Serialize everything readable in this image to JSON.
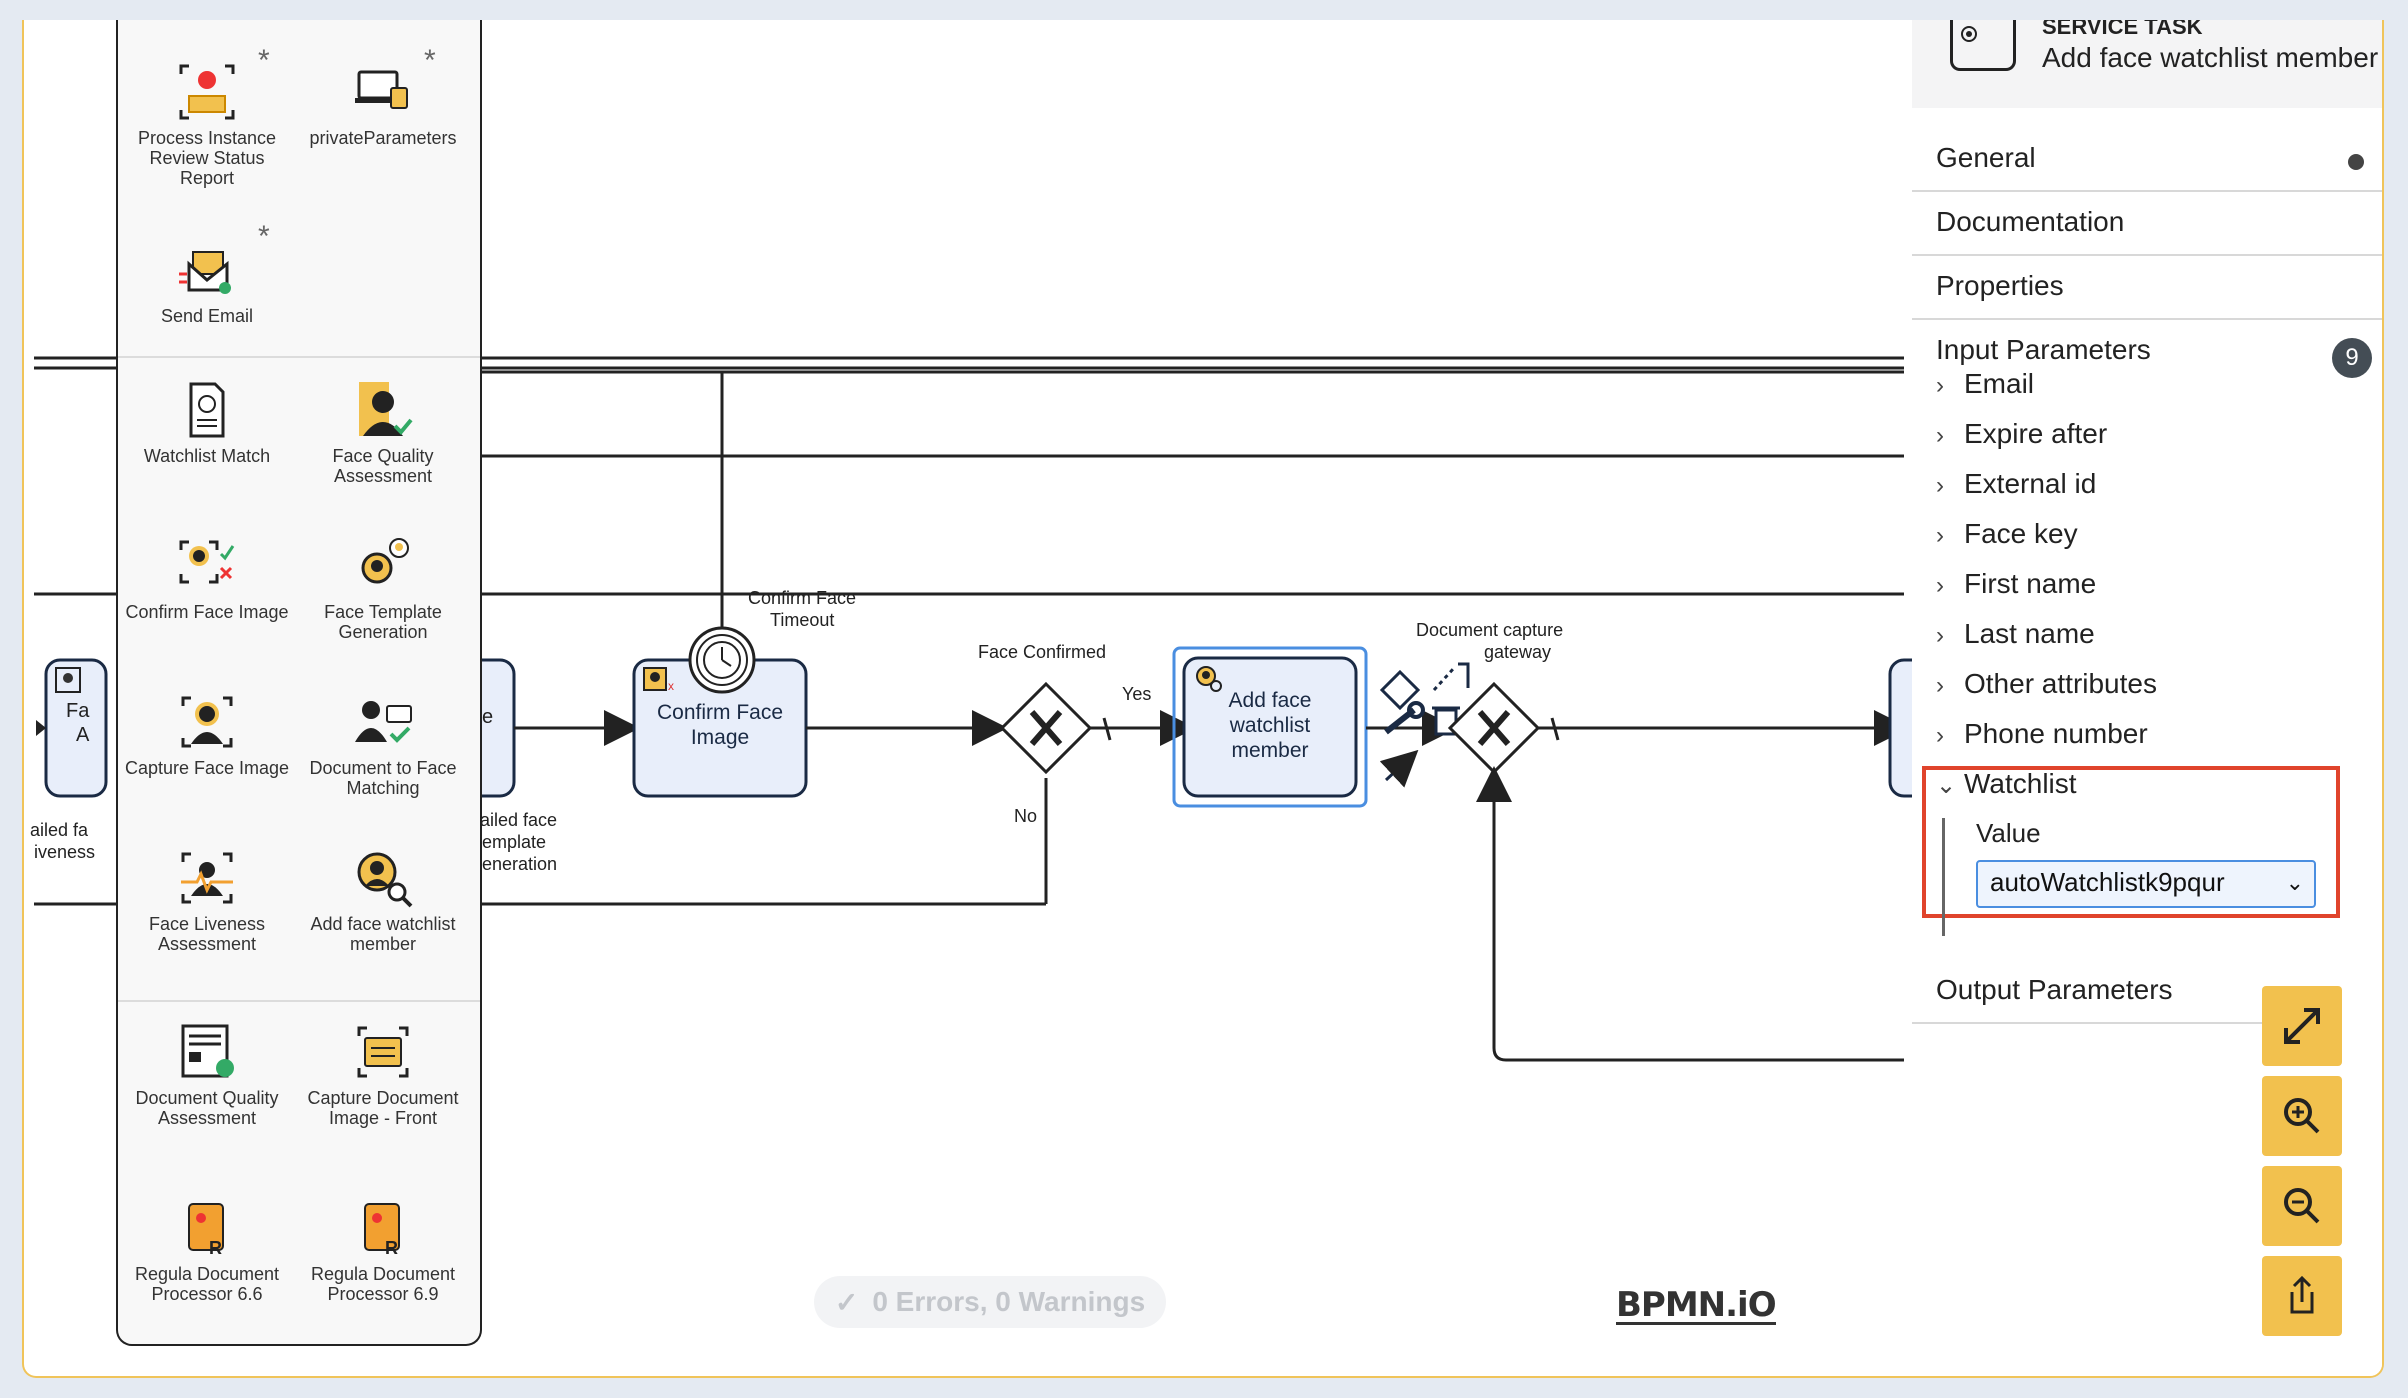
{
  "palette": {
    "items": [
      {
        "name": "process-instance-review-icon",
        "label": "Process Instance Review Status Report",
        "starred": true
      },
      {
        "name": "private-parameters-icon",
        "label": "privateParameters",
        "starred": true
      },
      {
        "name": "send-email-icon",
        "label": "Send Email",
        "starred": true
      },
      {
        "name": "watchlist-match-icon",
        "label": "Watchlist Match"
      },
      {
        "name": "face-quality-icon",
        "label": "Face Quality Assessment"
      },
      {
        "name": "confirm-face-icon",
        "label": "Confirm Face Image"
      },
      {
        "name": "face-template-icon",
        "label": "Face Template Generation"
      },
      {
        "name": "capture-face-icon",
        "label": "Capture Face Image"
      },
      {
        "name": "document-face-matching-icon",
        "label": "Document to Face Matching"
      },
      {
        "name": "face-liveness-icon",
        "label": "Face Liveness Assessment"
      },
      {
        "name": "add-face-watchlist-icon",
        "label": "Add face watchlist member"
      },
      {
        "name": "document-quality-icon",
        "label": "Document Quality Assessment"
      },
      {
        "name": "capture-document-front-icon",
        "label": "Capture Document Image - Front"
      },
      {
        "name": "regula-66-icon",
        "label": "Regula Document Processor 6.6"
      },
      {
        "name": "regula-69-icon",
        "label": "Regula Document Processor 6.9"
      }
    ],
    "star_glyph": "*"
  },
  "diagram": {
    "left_task_fragment_1": "Fa",
    "left_task_fragment_2": "A",
    "left_label_fragment_1": "ailed fa",
    "left_label_fragment_2": "iveness",
    "task_fragment_e": "e",
    "failed_template_1": "ailed face",
    "failed_template_2": "emplate",
    "failed_template_3": "eneration",
    "timer_label_1": "Confirm Face",
    "timer_label_2": "Timeout",
    "confirm_task": "Confirm Face Image",
    "gateway_label": "Face Confirmed",
    "yes_label": "Yes",
    "no_label": "No",
    "selected_task": "Add face watchlist member",
    "doc_gateway_label_1": "Document capture",
    "doc_gateway_label_2": "gateway"
  },
  "status": {
    "text": "0 Errors, 0 Warnings"
  },
  "logo": {
    "text": "BPMN.iO"
  },
  "panel": {
    "type": "SERVICE TASK",
    "name": "Add face watchlist member",
    "groups": {
      "general": "General",
      "documentation": "Documentation",
      "properties": "Properties",
      "input_parameters": "Input Parameters",
      "input_count": "9",
      "output_parameters": "Output Parameters"
    },
    "params": [
      "Email",
      "Expire after",
      "External id",
      "Face key",
      "First name",
      "Last name",
      "Other attributes",
      "Phone number"
    ],
    "watchlist": {
      "label": "Watchlist",
      "value_label": "Value",
      "selected": "autoWatchlistk9pqur"
    }
  },
  "colors": {
    "accent": "#f2c14e",
    "selection": "#4a8ee0",
    "highlight": "#e0442c",
    "task_fill": "#e8eefa"
  }
}
